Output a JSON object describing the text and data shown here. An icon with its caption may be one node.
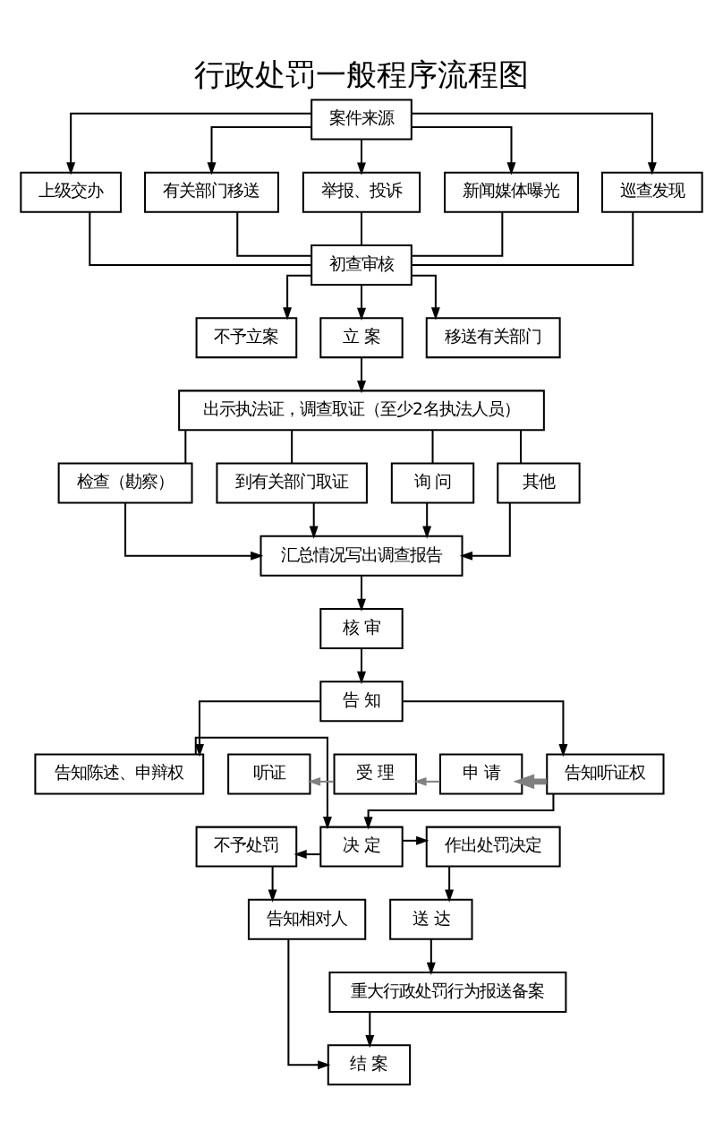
{
  "diagram": {
    "title": "行政处罚一般程序流程图",
    "nodes": [
      {
        "text": [
          "案件来源"
        ]
      },
      {
        "text": [
          "上级交办"
        ]
      },
      {
        "text": [
          "有关部门移送"
        ]
      },
      {
        "text": [
          "举报、投诉"
        ]
      },
      {
        "text": [
          "新闻媒体曝光"
        ]
      },
      {
        "text": [
          "巡查发现"
        ]
      },
      {
        "text": [
          "初查审核"
        ]
      },
      {
        "text": [
          "不予立案"
        ]
      },
      {
        "text": [
          "立 案"
        ]
      },
      {
        "text": [
          "移送有关部门"
        ]
      },
      {
        "text": [
          "出示执法证，调查取证（至少2名执法人员）"
        ]
      },
      {
        "text": [
          "检查（勘察）"
        ]
      },
      {
        "text": [
          "到有关部门取证"
        ]
      },
      {
        "text": [
          "询 问"
        ]
      },
      {
        "text": [
          "其他"
        ]
      },
      {
        "text": [
          "汇总情况写出调查报告"
        ]
      },
      {
        "text": [
          "核 审"
        ]
      },
      {
        "text": [
          "告 知"
        ]
      },
      {
        "text": [
          "告知陈述、申辩权"
        ]
      },
      {
        "text": [
          "听证"
        ]
      },
      {
        "text": [
          "受 理"
        ]
      },
      {
        "text": [
          "申 请"
        ]
      },
      {
        "text": [
          "告知听证权"
        ]
      },
      {
        "text": [
          "决 定"
        ]
      },
      {
        "text": [
          "不予处罚"
        ]
      },
      {
        "text": [
          "作出处罚决定"
        ]
      },
      {
        "text": [
          "告知相对人"
        ]
      },
      {
        "text": [
          "送 达"
        ]
      },
      {
        "text": [
          "重大行政处罚行为报送备案"
        ]
      },
      {
        "text": [
          "结 案"
        ]
      }
    ],
    "edges": [
      {
        "from": 0,
        "to": 1,
        "arrow": "to"
      },
      {
        "from": 0,
        "to": 2,
        "arrow": "to"
      },
      {
        "from": 0,
        "to": 3,
        "arrow": "to"
      },
      {
        "from": 0,
        "to": 4,
        "arrow": "to"
      },
      {
        "from": 0,
        "to": 5,
        "arrow": "to"
      },
      {
        "from": 1,
        "to": 6,
        "arrow": "none"
      },
      {
        "from": 2,
        "to": 6,
        "arrow": "none"
      },
      {
        "from": 3,
        "to": 6,
        "arrow": "none"
      },
      {
        "from": 4,
        "to": 6,
        "arrow": "none"
      },
      {
        "from": 5,
        "to": 6,
        "arrow": "none"
      },
      {
        "from": 6,
        "to": 7,
        "arrow": "to"
      },
      {
        "from": 6,
        "to": 8,
        "arrow": "to"
      },
      {
        "from": 6,
        "to": 9,
        "arrow": "to"
      },
      {
        "from": 8,
        "to": 10,
        "arrow": "to"
      },
      {
        "from": 10,
        "to": 11,
        "arrow": "none"
      },
      {
        "from": 10,
        "to": 12,
        "arrow": "none"
      },
      {
        "from": 10,
        "to": 13,
        "arrow": "none"
      },
      {
        "from": 10,
        "to": 14,
        "arrow": "none"
      },
      {
        "from": 11,
        "to": 15,
        "arrow": "to"
      },
      {
        "from": 12,
        "to": 15,
        "arrow": "to"
      },
      {
        "from": 13,
        "to": 15,
        "arrow": "to"
      },
      {
        "from": 14,
        "to": 15,
        "arrow": "to"
      },
      {
        "from": 15,
        "to": 16,
        "arrow": "to"
      },
      {
        "from": 16,
        "to": 17,
        "arrow": "to"
      },
      {
        "from": 17,
        "to": 18,
        "arrow": "to"
      },
      {
        "from": 17,
        "to": 22,
        "arrow": "to"
      },
      {
        "from": 22,
        "to": 21,
        "arrow": "to",
        "style": "thick",
        "color": "#808080"
      },
      {
        "from": 21,
        "to": 20,
        "arrow": "to",
        "color": "#808080"
      },
      {
        "from": 20,
        "to": 19,
        "arrow": "to",
        "color": "#808080"
      },
      {
        "from": 18,
        "to": 23,
        "arrow": "to"
      },
      {
        "from": 22,
        "to": 23,
        "arrow": "to"
      },
      {
        "from": 23,
        "to": 24,
        "arrow": "to"
      },
      {
        "from": 23,
        "to": 25,
        "arrow": "to"
      },
      {
        "from": 24,
        "to": 26,
        "arrow": "to"
      },
      {
        "from": 25,
        "to": 27,
        "arrow": "to"
      },
      {
        "from": 27,
        "to": 28,
        "arrow": "to"
      },
      {
        "from": 28,
        "to": 29,
        "arrow": "to"
      },
      {
        "from": 26,
        "to": 29,
        "arrow": "to"
      }
    ]
  }
}
